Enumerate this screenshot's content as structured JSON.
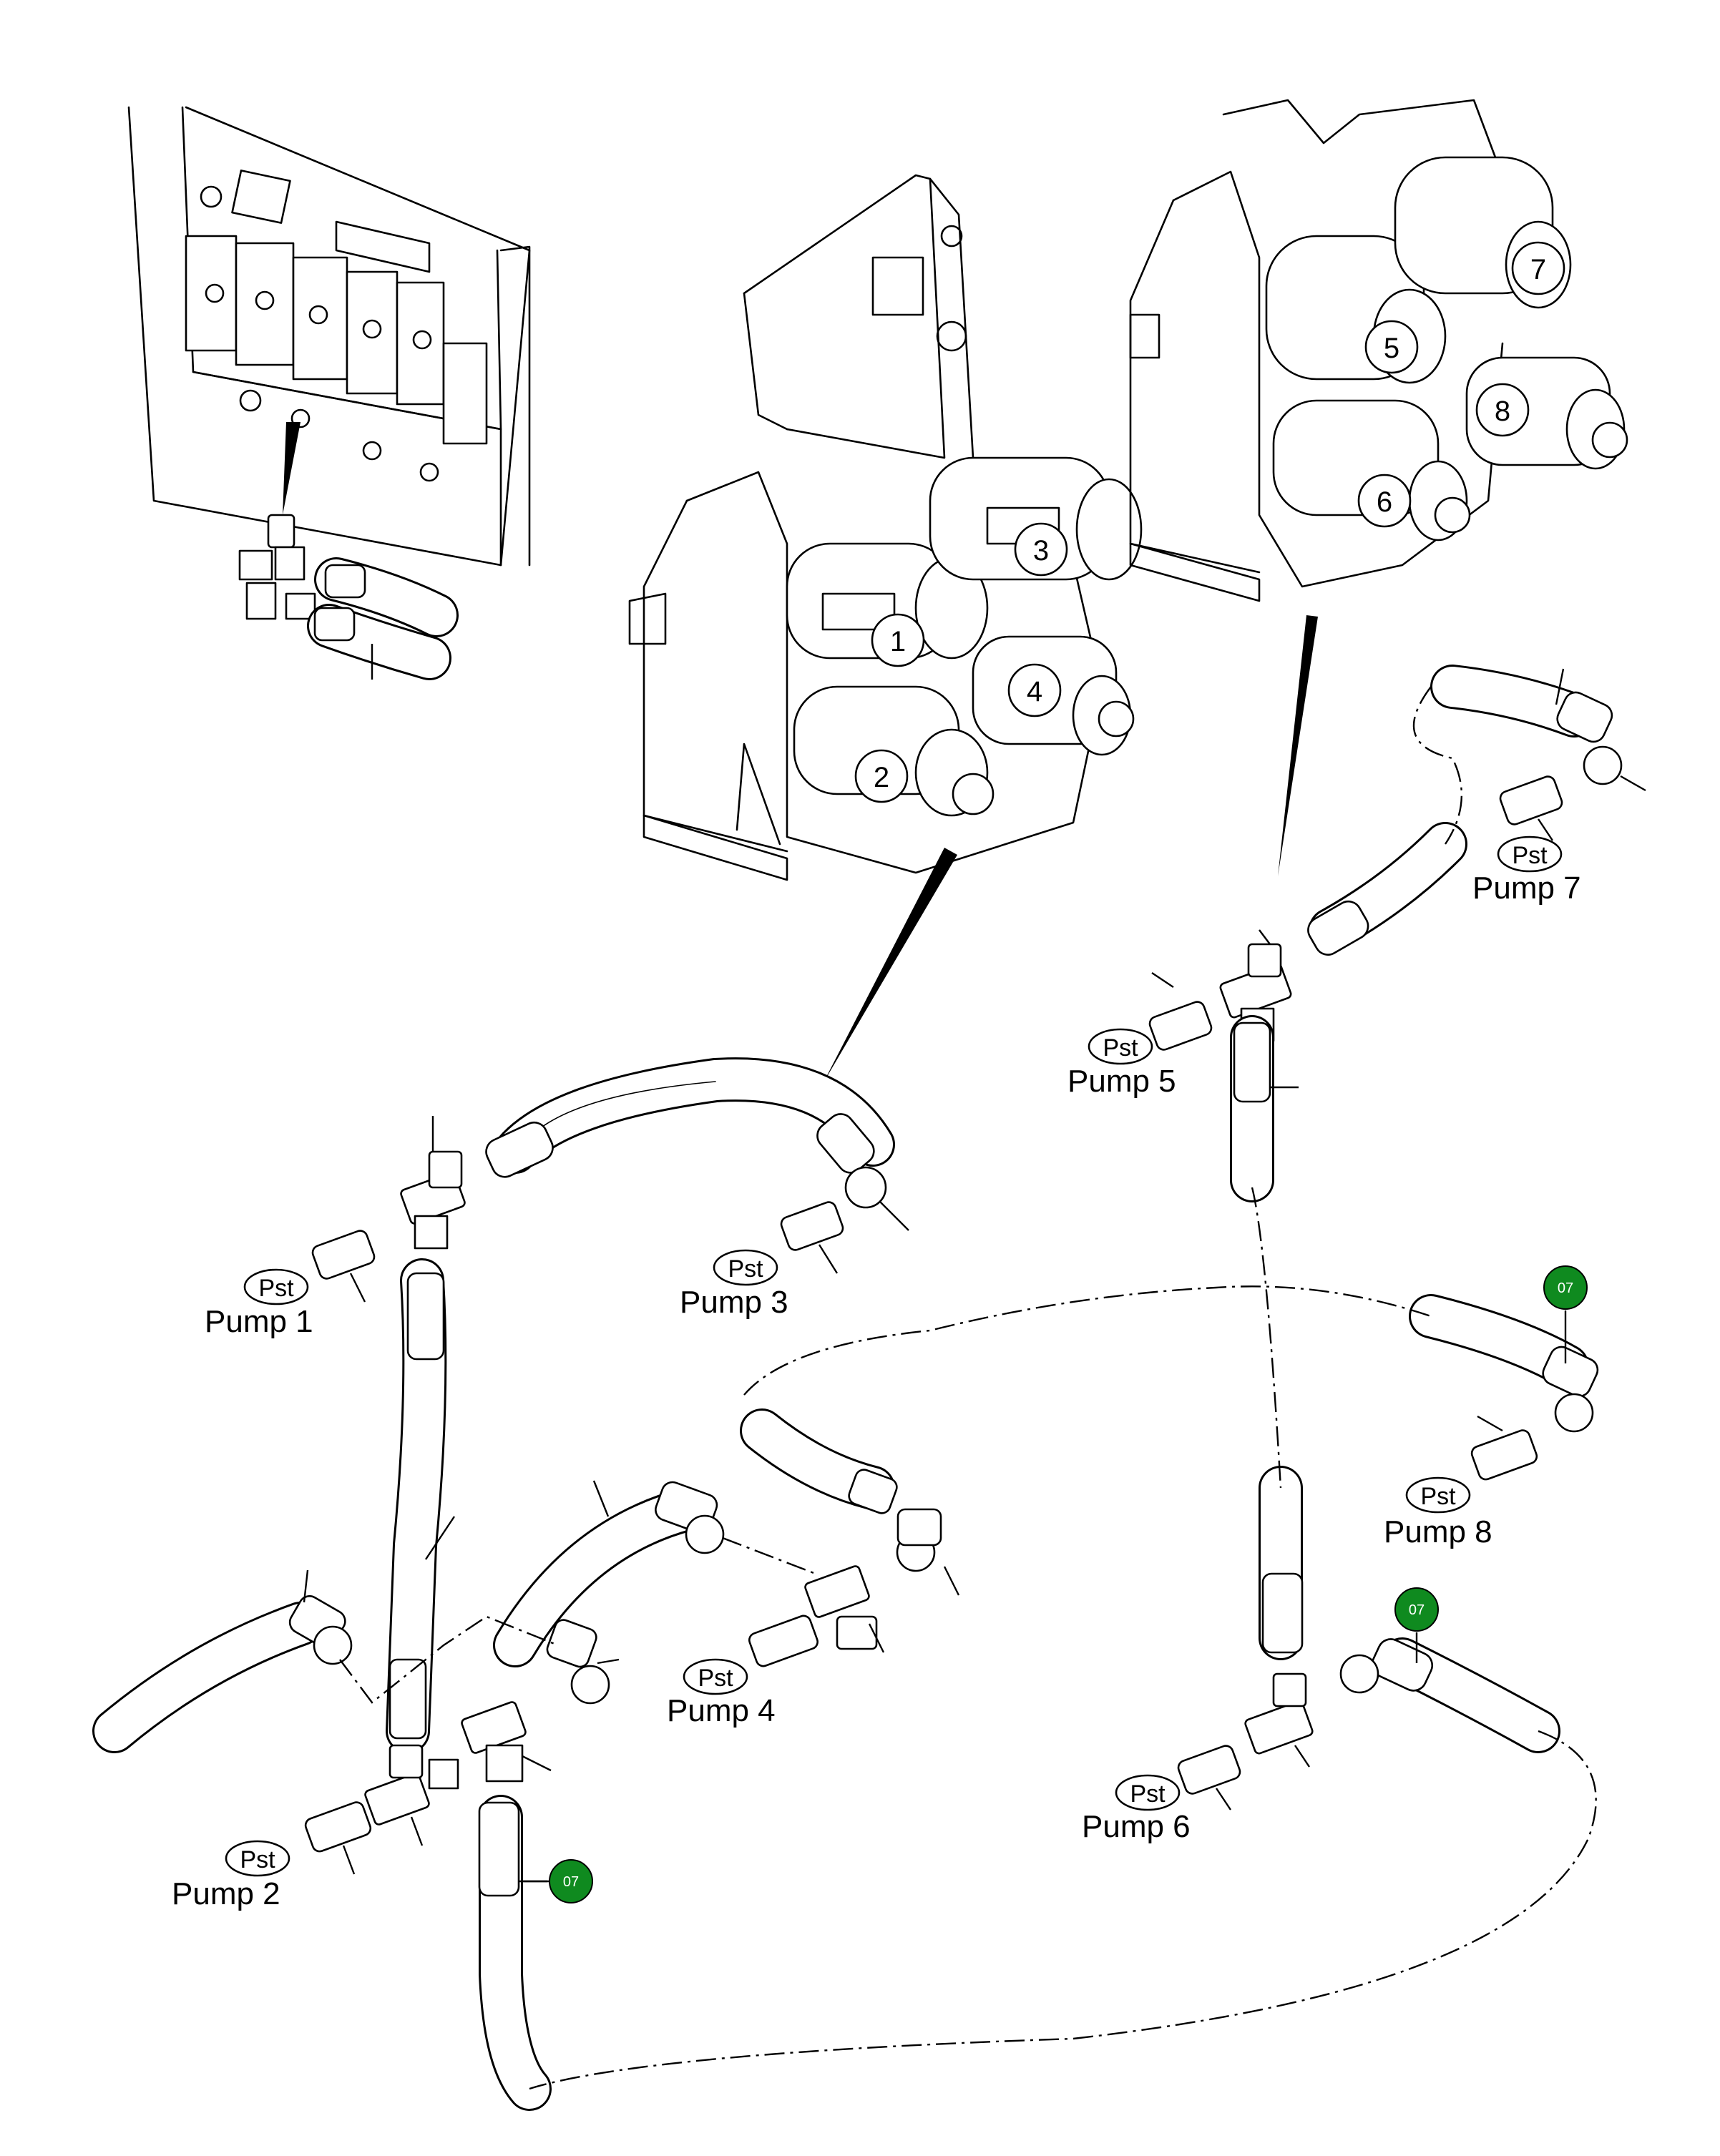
{
  "pump_labels": {
    "p1": "Pump 1",
    "p2": "Pump 2",
    "p3": "Pump 3",
    "p4": "Pump 4",
    "p5": "Pump 5",
    "p6": "Pump 6",
    "p7": "Pump 7",
    "p8": "Pump 8"
  },
  "port_label": "Pst",
  "pump_numbers": {
    "n1": "1",
    "n2": "2",
    "n3": "3",
    "n4": "4",
    "n5": "5",
    "n6": "6",
    "n7": "7",
    "n8": "8"
  },
  "reference_badge": {
    "label": "07",
    "color": "#0f8a1f"
  }
}
